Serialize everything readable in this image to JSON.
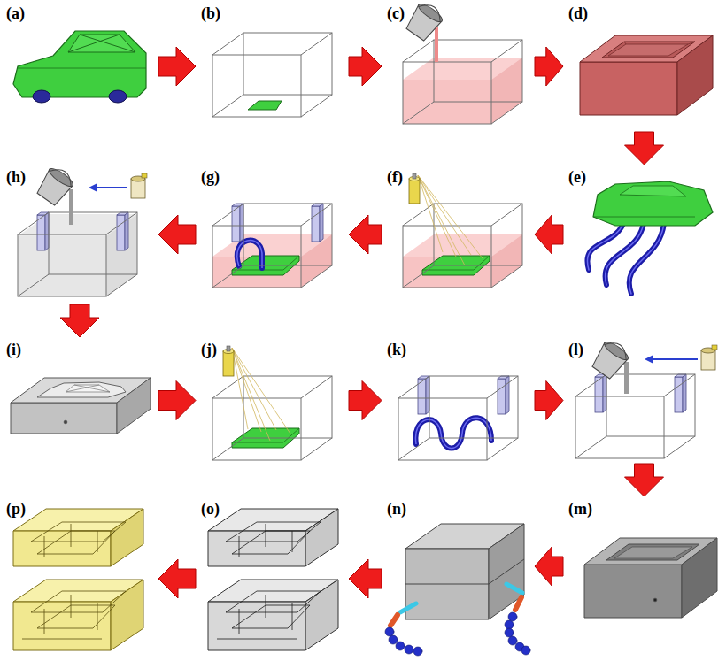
{
  "diagram": {
    "nodes": [
      {
        "text": [
          "(a)"
        ]
      },
      {
        "text": [
          "(b)"
        ]
      },
      {
        "text": [
          "(c)"
        ]
      },
      {
        "text": [
          "(d)"
        ]
      },
      {
        "text": [
          "(e)"
        ]
      },
      {
        "text": [
          "(f)"
        ]
      },
      {
        "text": [
          "(g)"
        ]
      },
      {
        "text": [
          "(h)"
        ]
      },
      {
        "text": [
          "(i)"
        ]
      },
      {
        "text": [
          "(j)"
        ]
      },
      {
        "text": [
          "(k)"
        ]
      },
      {
        "text": [
          "(l)"
        ]
      },
      {
        "text": [
          "(m)"
        ]
      },
      {
        "text": [
          "(n)"
        ]
      },
      {
        "text": [
          "(o)"
        ]
      },
      {
        "text": [
          "(p)"
        ]
      }
    ],
    "edges": [
      {
        "from": 0,
        "to": 1,
        "arrow": "to"
      },
      {
        "from": 1,
        "to": 2,
        "arrow": "to"
      },
      {
        "from": 2,
        "to": 3,
        "arrow": "to"
      },
      {
        "from": 3,
        "to": 4,
        "arrow": "to"
      },
      {
        "from": 4,
        "to": 5,
        "arrow": "to"
      },
      {
        "from": 5,
        "to": 6,
        "arrow": "to"
      },
      {
        "from": 6,
        "to": 7,
        "arrow": "to"
      },
      {
        "from": 7,
        "to": 8,
        "arrow": "to"
      },
      {
        "from": 8,
        "to": 9,
        "arrow": "to"
      },
      {
        "from": 9,
        "to": 10,
        "arrow": "to"
      },
      {
        "from": 10,
        "to": 11,
        "arrow": "to"
      },
      {
        "from": 11,
        "to": 12,
        "arrow": "to"
      },
      {
        "from": 12,
        "to": 13,
        "arrow": "to"
      },
      {
        "from": 13,
        "to": 14,
        "arrow": "to"
      },
      {
        "from": 14,
        "to": 15,
        "arrow": "to"
      }
    ]
  }
}
